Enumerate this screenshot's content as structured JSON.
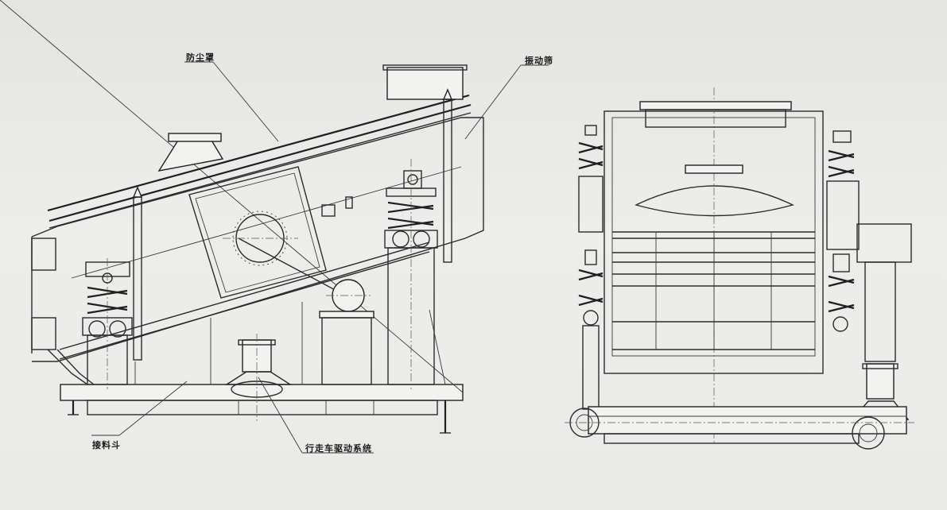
{
  "labels": {
    "dust_cover": "防尘罩",
    "vibrating_screen": "振动筛",
    "discharge_hopper": "接料斗",
    "travel_drive_system": "行走车驱动系统"
  }
}
